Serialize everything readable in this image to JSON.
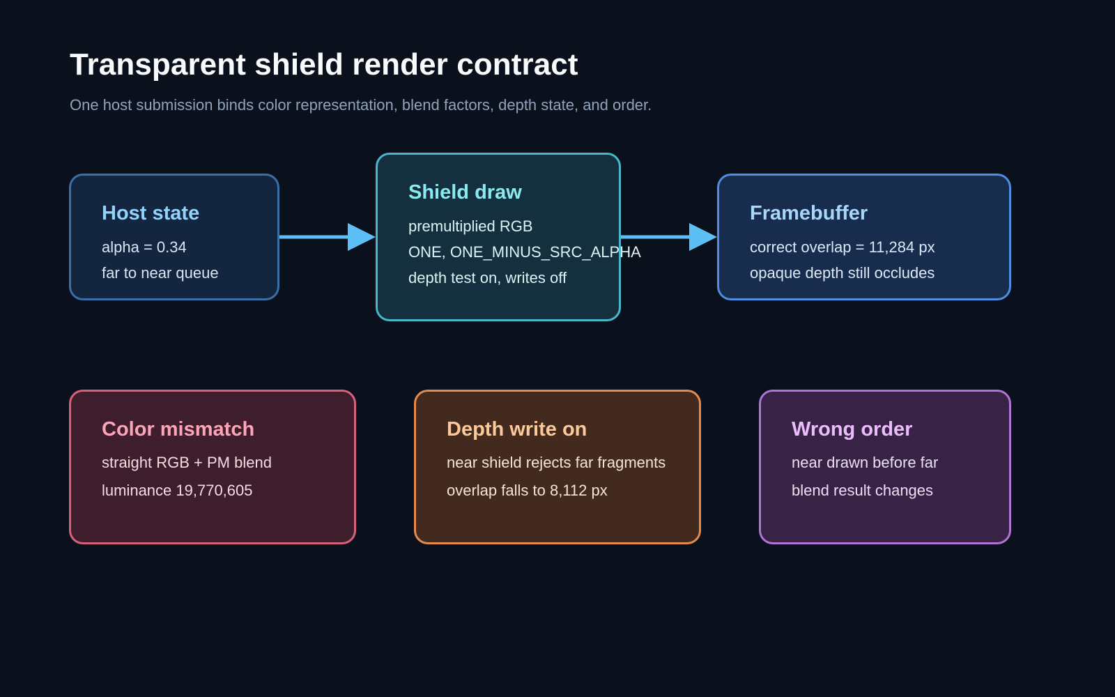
{
  "title": "Transparent shield render contract",
  "subtitle": "One host submission binds color representation, blend factors, depth state, and order.",
  "colors": {
    "background": "#0a101c",
    "arrow": "#5cc0f6"
  },
  "pipeline": {
    "host_state": {
      "title": "Host state",
      "lines": [
        "alpha = 0.34",
        "far to near queue"
      ]
    },
    "shield_draw": {
      "title": "Shield draw",
      "lines": [
        "premultiplied RGB",
        "ONE, ONE_MINUS_SRC_ALPHA",
        "depth test on, writes off"
      ]
    },
    "framebuffer": {
      "title": "Framebuffer",
      "lines": [
        "correct overlap = 11,284 px",
        "opaque depth still occludes"
      ]
    }
  },
  "failures": {
    "color_mismatch": {
      "title": "Color mismatch",
      "lines": [
        "straight RGB + PM blend",
        "luminance 19,770,605"
      ]
    },
    "depth_write_on": {
      "title": "Depth write on",
      "lines": [
        "near shield rejects far fragments",
        "overlap falls to 8,112 px"
      ]
    },
    "wrong_order": {
      "title": "Wrong order",
      "lines": [
        "near drawn before far",
        "blend result changes"
      ]
    }
  }
}
